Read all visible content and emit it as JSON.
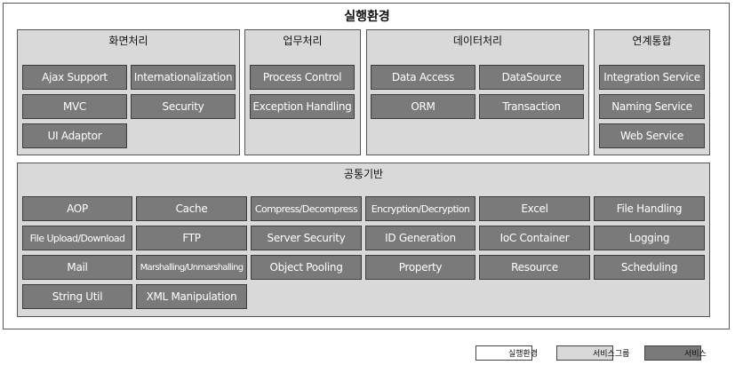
{
  "title": "실행환경",
  "groups": {
    "screen": {
      "title": "화면처리",
      "services": [
        "Ajax Support",
        "Internationalization",
        "MVC",
        "Security",
        "UI Adaptor"
      ]
    },
    "business": {
      "title": "업무처리",
      "services": [
        "Process Control",
        "Exception Handling"
      ]
    },
    "data": {
      "title": "데이터처리",
      "services": [
        "Data Access",
        "DataSource",
        "ORM",
        "Transaction"
      ]
    },
    "integration": {
      "title": "연계통합",
      "services": [
        "Integration Service",
        "Naming Service",
        "Web Service"
      ]
    },
    "common": {
      "title": "공통기반",
      "services": [
        "AOP",
        "Cache",
        "Compress/Decompress",
        "Encryption/Decryption",
        "Excel",
        "File Handling",
        "File Upload/Download",
        "FTP",
        "Server Security",
        "ID Generation",
        "IoC Container",
        "Logging",
        "Mail",
        "Marshalling/Unmarshalling",
        "Object Pooling",
        "Property",
        "Resource",
        "Scheduling",
        "String Util",
        "XML Manipulation"
      ]
    }
  },
  "legend": {
    "runtime": "실행환경",
    "service_group": "서비스그룹",
    "service": "서비스"
  },
  "colors": {
    "runtime": "#ffffff",
    "service_group": "#d9d9d9",
    "service": "#7a7a7a"
  }
}
